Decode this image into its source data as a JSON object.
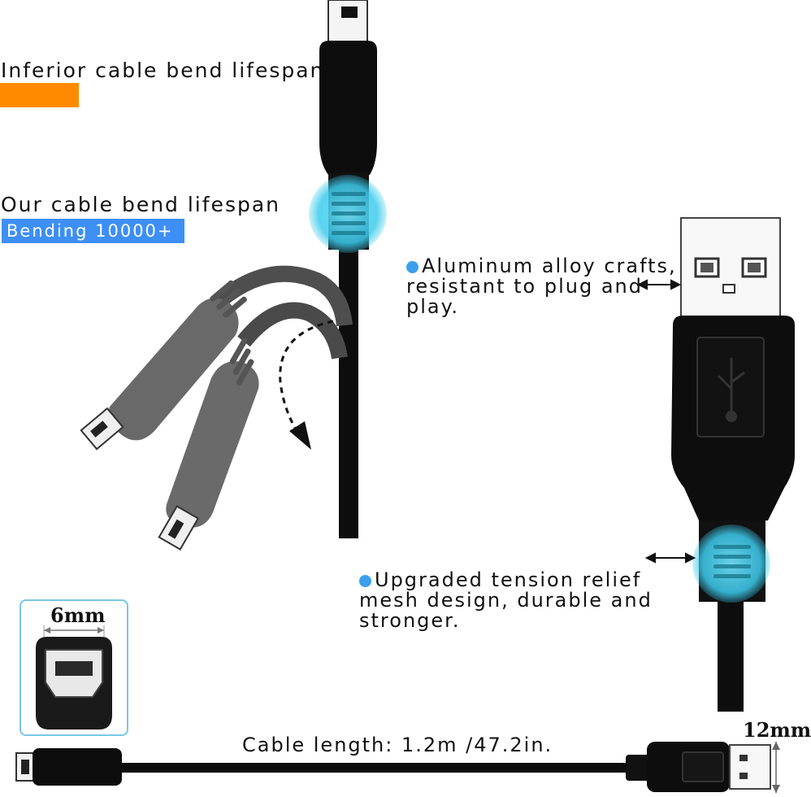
{
  "labels": {
    "inferior": "Inferior cable bend lifespan",
    "ours": "Our cable bend lifespan",
    "bending_badge": "Bending 10000+",
    "cable_length": "Cable length: 1.2m /47.2in."
  },
  "features": {
    "aluminum": "Aluminum alloy crafts,\nresistant to plug and\nplay.",
    "tension": "Upgraded tension relief\nmesh design, durable and\nstronger."
  },
  "dimensions": {
    "mini_width": "6mm",
    "usb_width": "12mm"
  },
  "colors": {
    "orange": "#ff8a00",
    "blue_badge": "#3d8ff5",
    "bullet": "#3aa0ee",
    "highlight": "#29c3e6",
    "cable": "#0d0d0d",
    "gray_connector": "#646464"
  }
}
